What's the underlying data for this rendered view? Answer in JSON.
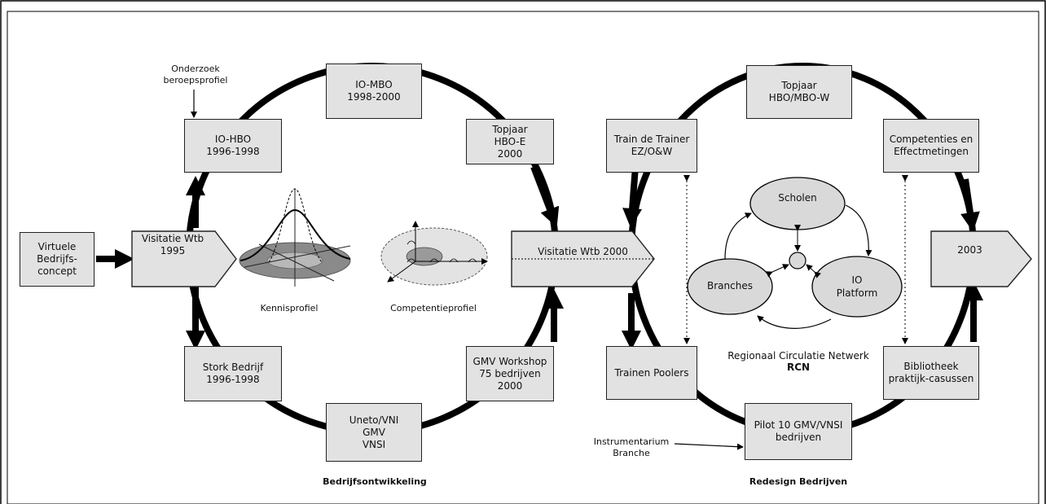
{
  "left_diagram": {
    "caption": "Bedrijfsontwikkeling",
    "start_box": "Virtuele\nBedrijfs-\nconcept",
    "start_arrow": "Visitatie Wtb\n1995",
    "end_arrow": "Visitatie Wtb 2000",
    "boxes": {
      "io_hbo": "IO-HBO\n1996-1998",
      "io_mbo": "IO-MBO\n1998-2000",
      "topjaar_hbo_e": "Topjaar\nHBO-E\n2000",
      "stork": "Stork Bedrijf\n1996-1998",
      "uneto": "Uneto/VNI\nGMV\nVNSI",
      "gmv_workshop": "GMV Workshop\n75 bedrijven\n2000"
    },
    "annotation": "Onderzoek\nberoepsprofiel",
    "kennisprofiel": "Kennisprofiel",
    "competentieprofiel": "Competentieprofiel"
  },
  "right_diagram": {
    "caption": "Redesign Bedrijven",
    "end_arrow": "2003",
    "boxes": {
      "topjaar_hbo_mbo": "Topjaar\nHBO/MBO-W",
      "train_trainer": "Train de Trainer\nEZ/O&W",
      "competenties": "Competenties en\nEffectmetingen",
      "trainen_poolers": "Trainen Poolers",
      "pilot": "Pilot 10 GMV/VNSI\nbedrijven",
      "bibliotheek": "Bibliotheek\npraktijk-casussen"
    },
    "rcn": {
      "scholen": "Scholen",
      "branches": "Branches",
      "io_platform": "IO\nPlatform",
      "title": "Regionaal Circulatie Netwerk",
      "abbr": "RCN"
    },
    "annotation": "Instrumentarium\nBranche"
  },
  "colors": {
    "box_fill": "#e2e2e2",
    "stroke": "#000000",
    "ellipse_fill": "#d9d9d9"
  }
}
